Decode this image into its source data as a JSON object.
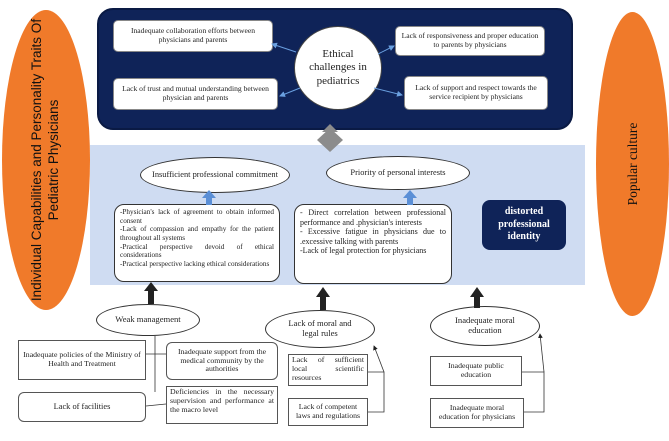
{
  "left_side": {
    "text": "Individual Capabilities and Personality Traits Of Pediatric Physicians"
  },
  "right_side": {
    "text": "Popular culture"
  },
  "center": {
    "text": "Ethical challenges in pediatrics"
  },
  "challenges": [
    "Inadequate collaboration efforts between physicians and parents",
    "Lack of trust and mutual understanding between physician and parents",
    "Lack of responsiveness and proper education to parents by physicians",
    "Lack of support and respect towards the service recipient by physicians"
  ],
  "middle": {
    "commitment": {
      "title": "Insufficient professional commitment",
      "items": [
        "-Physician's lack of agreement to obtain informed consent",
        "-Lack of compassion and empathy for the patient throughout all systems",
        "-Practical perspective devoid of ethical considerations",
        "-Practical perspective lacking ethical considerations"
      ]
    },
    "priority": {
      "title": "Priority of personal interests",
      "items": [
        "- Direct correlation between professional performance and .physician's interests",
        "- Excessive fatigue in physicians due to .excessive talking with parents",
        "-Lack of legal protection for physicians"
      ]
    },
    "identity": "distorted professional identity"
  },
  "bottom": {
    "weak_management": {
      "title": "Weak management",
      "items": [
        "Inadequate policies of the Ministry of Health and Treatment",
        "Inadequate support from the medical community by the authorities",
        "Lack of facilities",
        "Deficiencies in the necessary supervision and performance at the macro level"
      ]
    },
    "moral_legal": {
      "title": "Lack of moral and legal rules",
      "items": [
        "Lack of sufficient local scientific resources",
        "Lack of competent laws and regulations"
      ]
    },
    "moral_education": {
      "title": "Inadequate moral education",
      "items": [
        "Inadequate public education",
        "Inadequate moral education for physicians"
      ]
    }
  },
  "colors": {
    "navy": "#0f2358",
    "orange": "#f07a2a",
    "band": "#cfdcf2",
    "arrow_blue": "#5b8fd6"
  }
}
